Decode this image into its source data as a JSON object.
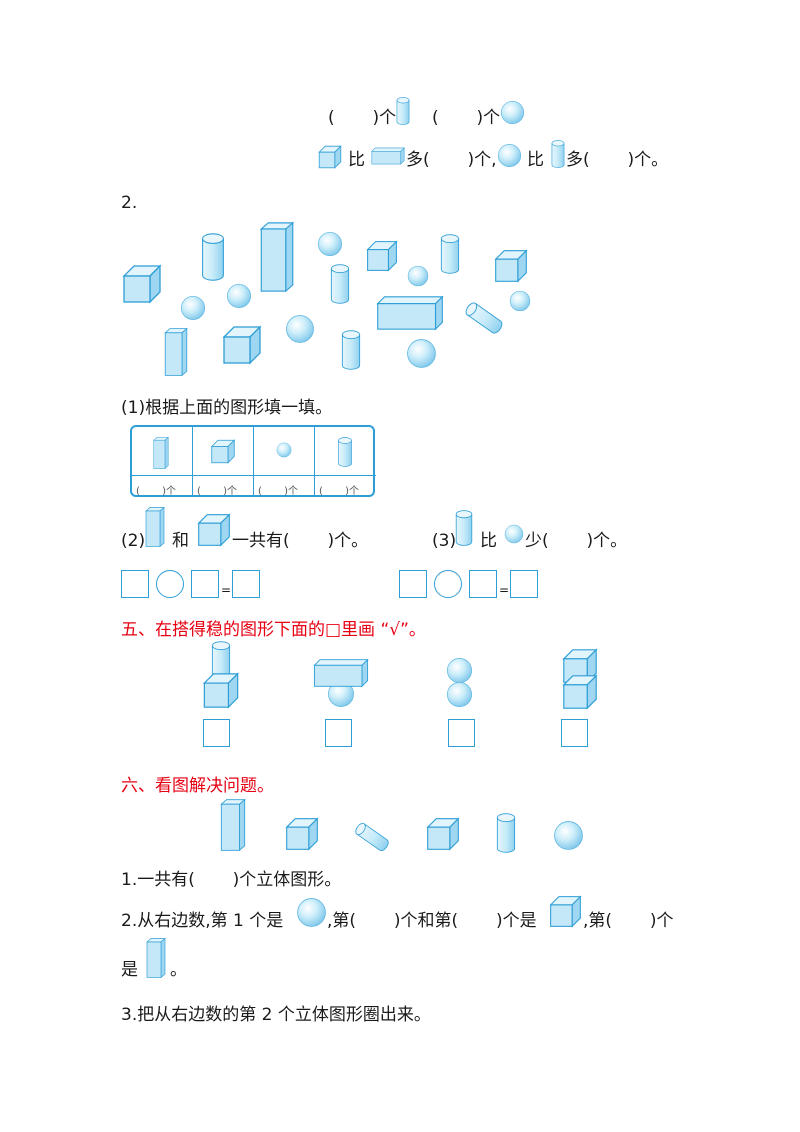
{
  "top": {
    "row1_a": "(       )个",
    "row1_b": "(       )个",
    "row2_bi": "比",
    "row2_duo": "多(       )个,",
    "row2_bi2": "比",
    "row2_end": "多(       )个。"
  },
  "q2": {
    "label": "2.",
    "sub1": "(1)根据上面的图形填一填。",
    "table_cells": [
      "(       )个",
      "(       )个",
      "(       )个",
      "(       )个"
    ],
    "sub2_a": "(2)",
    "sub2_he": "和",
    "sub2_end": "一共有(       )个。",
    "sub3_a": "(3)",
    "sub3_bi": "比",
    "sub3_end": "少(       )个。",
    "eq1": "=",
    "eq2": "="
  },
  "section5": {
    "title": "五、在搭得稳的图形下面的□里画 “√”。"
  },
  "section6": {
    "title": "六、看图解决问题。",
    "q1": "1.一共有(       )个立体图形。",
    "q2_a": "2.从右边数,第 1 个是",
    "q2_b": ",第(       )个和第(       )个是",
    "q2_c": ",第(       )个",
    "q2_d": "是",
    "q2_e": "。",
    "q3": "3.把从右边数的第 2 个立体图形圈出来。"
  },
  "colors": {
    "shape_fill": "#bfe5f6",
    "shape_stroke": "#2e9ed6",
    "heading_red": "#e60012"
  }
}
